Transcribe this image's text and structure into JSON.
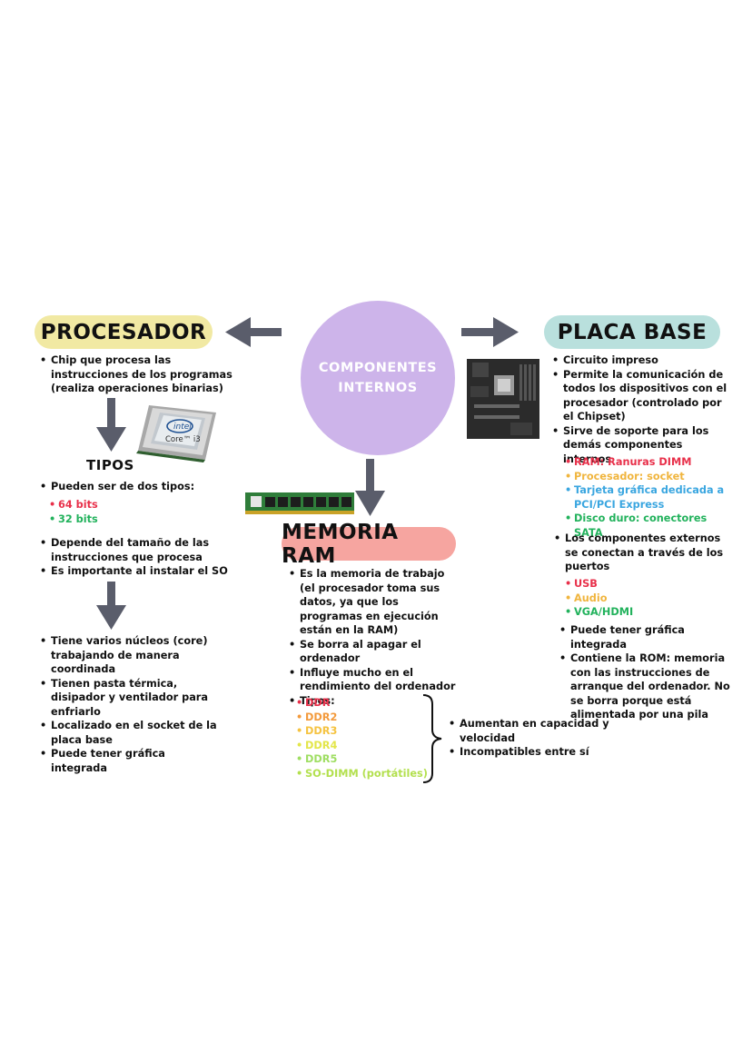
{
  "center": {
    "line1": "COMPONENTES",
    "line2": "INTERNOS"
  },
  "colors": {
    "circle": "#cdb4ea",
    "procesador_pill": "#f1e9a3",
    "placa_pill": "#b9e0dd",
    "ram_pill": "#f6a5a0",
    "arrow": "#5a5d6b"
  },
  "procesador": {
    "title": "PROCESADOR",
    "intro": [
      "Chip que procesa las instrucciones de los programas (realiza operaciones binarias)"
    ],
    "tipos_label": "TIPOS",
    "tipos_intro": [
      "Pueden ser de dos tipos:"
    ],
    "tipos": [
      "64 bits",
      "32 bits"
    ],
    "more": [
      "Depende del tamaño de las instrucciones que procesa",
      "Es importante al instalar el SO"
    ],
    "bottom": [
      "Tiene varios núcleos (core) trabajando de manera coordinada",
      "Tienen pasta térmica, disipador y ventilador para enfriarlo",
      "Localizado en el socket de la placa base",
      "Puede tener gráfica integrada"
    ]
  },
  "placa": {
    "title": "PLACA BASE",
    "items": [
      "Circuito impreso",
      "Permite la comunicación de todos los dispositivos con el procesador (controlado por el Chipset)",
      "Sirve de soporte para los demás componentes internos"
    ],
    "soporte": [
      "RAM: Ranuras DIMM",
      "Procesador: socket",
      "Tarjeta gráfica dedicada a PCI/PCI Express",
      "Disco duro: conectores SATA"
    ],
    "externos": "Los componentes externos se conectan a través de los puertos",
    "puertos": [
      "USB",
      "Audio",
      "VGA/HDMI"
    ],
    "final": [
      "Puede tener gráfica integrada",
      "Contiene la ROM: memoria con las instrucciones de arranque del ordenador. No se borra porque está alimentada por una pila"
    ]
  },
  "ram": {
    "title": "MEMORIA RAM",
    "items": [
      "Es la memoria de trabajo (el procesador toma sus datos, ya que los programas en ejecución están en la RAM)",
      "Se borra al apagar el ordenador",
      "Influye mucho en el rendimiento del ordenador",
      "Tipos:"
    ],
    "tipos": [
      "DDR",
      "DDR2",
      "DDR3",
      "DDR4",
      "DDR5",
      "SO-DIMM (portátiles)"
    ],
    "notes": [
      "Aumentan en capacidad y velocidad",
      "Incompatibles entre sí"
    ]
  },
  "chip": {
    "brand": "intel",
    "model": "Core™ i3"
  }
}
